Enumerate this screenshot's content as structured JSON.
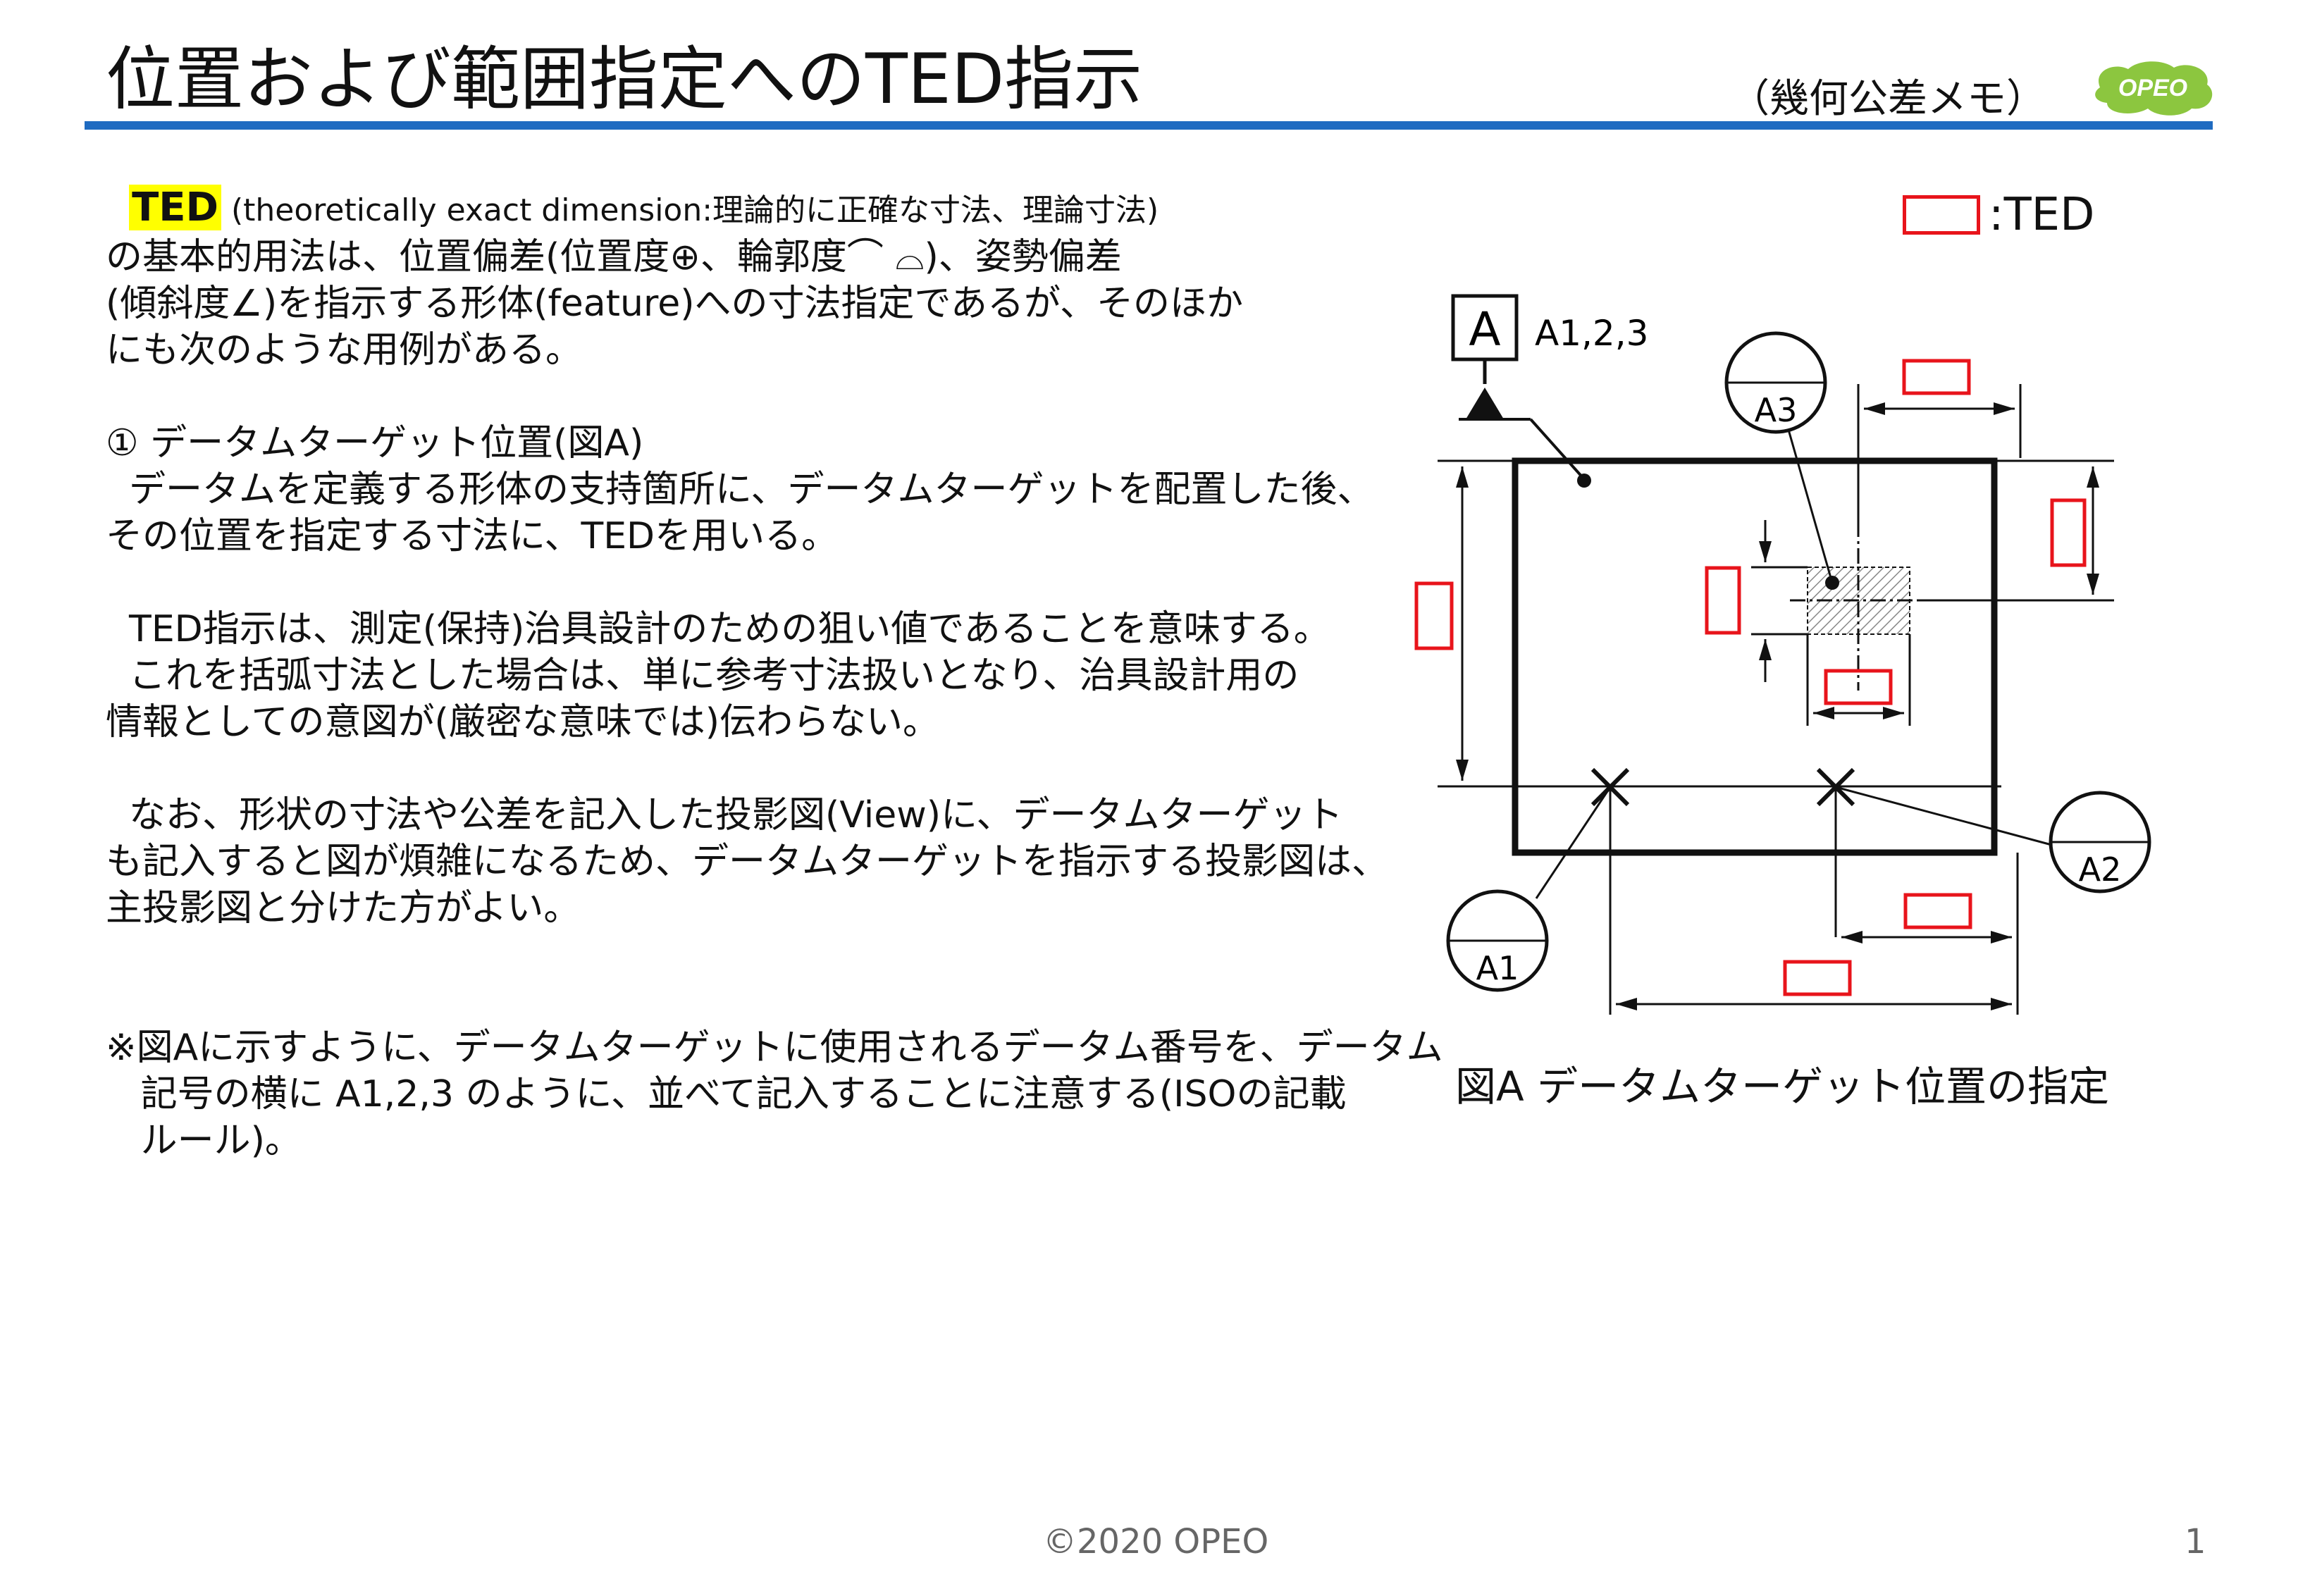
{
  "header": {
    "title": "位置および範囲指定へのTED指示",
    "subtitle": "（幾何公差メモ）",
    "logo_text": "OPEO"
  },
  "body": {
    "ted_word": "TED",
    "line1_rest": " (theoretically exact dimension:理論的に正確な寸法、理論寸法)",
    "line2": "の基本的用法は、位置偏差(位置度⊕、輪郭度⌒ ⌓)、姿勢偏差",
    "line3": "(傾斜度∠)を指示する形体(feature)への寸法指定であるが、そのほか",
    "line4": "にも次のような用例がある。",
    "line6": "① データムターゲット位置(図A)",
    "line7": "  データムを定義する形体の支持箇所に、データムターゲットを配置した後、",
    "line8": "その位置を指定する寸法に、TEDを用いる。",
    "line10": "  TED指示は、測定(保持)治具設計のための狙い値であることを意味する。",
    "line11": "  これを括弧寸法とした場合は、単に参考寸法扱いとなり、治具設計用の",
    "line12": "情報としての意図が(厳密な意味では)伝わらない。",
    "line14": "  なお、形状の寸法や公差を記入した投影図(View)に、データムターゲット",
    "line15": "も記入すると図が煩雑になるため、データムターゲットを指示する投影図は、",
    "line16": "主投影図と分けた方がよい。",
    "note1": "※図Aに示すように、データムターゲットに使用されるデータム番号を、データム",
    "note2": "   記号の横に A1,2,3 のように、並べて記入することに注意する(ISOの記載",
    "note3": "   ルール)。"
  },
  "legend": {
    "label": ":TED",
    "color": "#e8141b"
  },
  "figure": {
    "datum_letter": "A",
    "datum_targets_label": "A1,2,3",
    "target_a1": "A1",
    "target_a2": "A2",
    "target_a3": "A3",
    "caption": "図A データムターゲット位置の指定"
  },
  "footer": {
    "copyright": "©2020 OPEO",
    "page_number": "1"
  },
  "colors": {
    "accent_rule": "#1f6bc1",
    "highlight": "#ffff00",
    "logo_green": "#8cc63f"
  }
}
